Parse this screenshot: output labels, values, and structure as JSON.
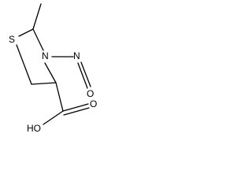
{
  "molecule": {
    "atoms": {
      "sulfur": "S",
      "ring_nitrogen": "N",
      "nitroso_oxygen": "O",
      "carbonyl_oxygen": "O",
      "hydroxyl": "HO"
    },
    "colors": {
      "ink": "#000000",
      "background": "#ffffff"
    }
  }
}
